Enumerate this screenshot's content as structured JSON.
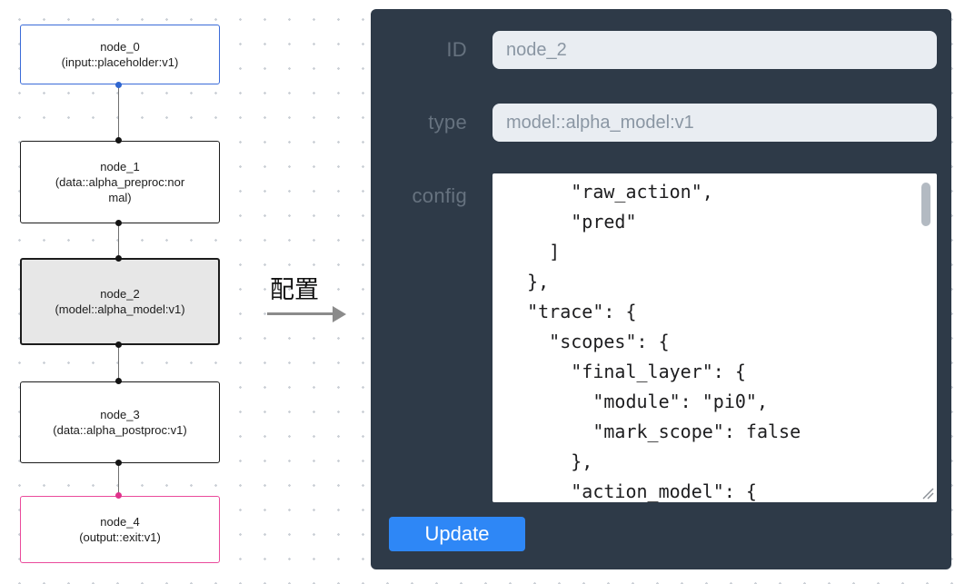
{
  "canvas": {
    "arrow_label": "配置",
    "nodes": [
      {
        "title": "node_0",
        "subtitle": "(input::placeholder:v1)"
      },
      {
        "title": "node_1",
        "subtitle": "(data::alpha_preproc:normal)"
      },
      {
        "title": "node_2",
        "subtitle": "(model::alpha_model:v1)"
      },
      {
        "title": "node_3",
        "subtitle": "(data::alpha_postproc:v1)"
      },
      {
        "title": "node_4",
        "subtitle": "(output::exit:v1)"
      }
    ]
  },
  "panel": {
    "id_label": "ID",
    "id_value": "node_2",
    "type_label": "type",
    "type_value": "model::alpha_model:v1",
    "config_label": "config",
    "config_value": "      \"raw_action\",\n      \"pred\"\n    ]\n  },\n  \"trace\": {\n    \"scopes\": {\n      \"final_layer\": {\n        \"module\": \"pi0\",\n        \"mark_scope\": false\n      },\n      \"action_model\": {",
    "update_label": "Update",
    "accent_color": "#2e87f6",
    "panel_bg": "#2e3a48"
  }
}
